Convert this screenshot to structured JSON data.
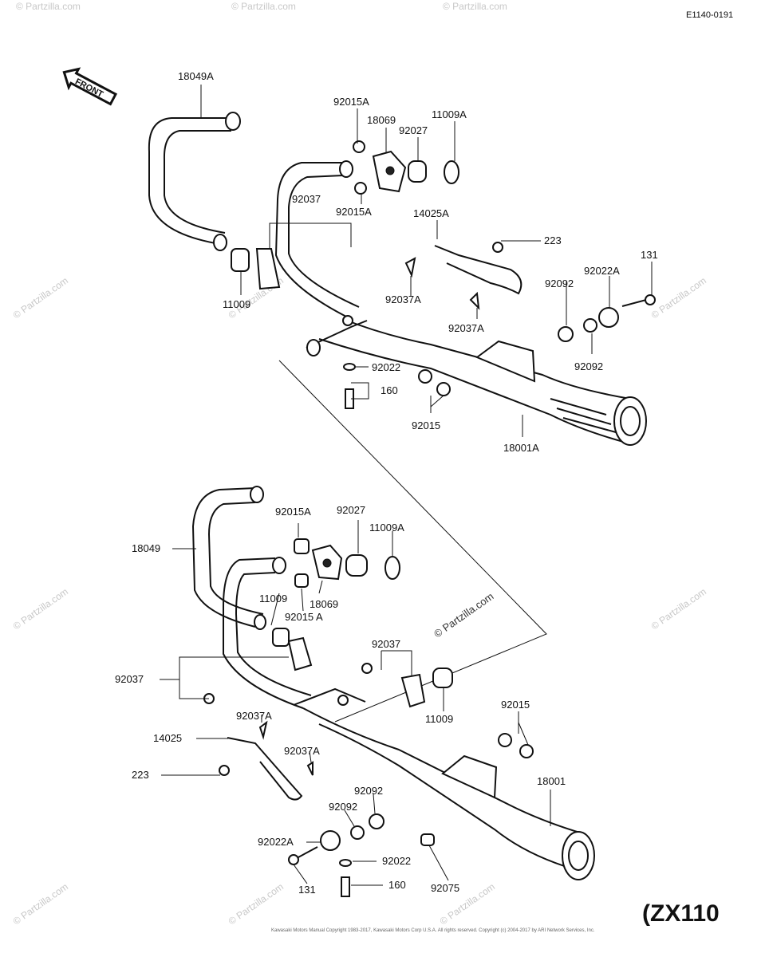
{
  "ref_code": "E1140-0191",
  "front_label": "FRONT",
  "model_label": "(ZX110",
  "watermark": "© Partzilla.com",
  "watermark_center": "© Partzilla.com",
  "copyright": "Kawasaki Motors Manual Copyright 1983-2017, Kawasaki Motors Corp U.S.A. All rights reserved. Copyright (c) 2004-2017 by ARI Network Services, Inc.",
  "callouts": {
    "u_18049A": "18049A",
    "u_92015A_top": "92015A",
    "u_18069": "18069",
    "u_92027": "92027",
    "u_11009A": "11009A",
    "u_92037": "92037",
    "u_92015A_bot": "92015A",
    "u_14025A": "14025A",
    "u_223": "223",
    "u_11009": "11009",
    "u_92037A_a": "92037A",
    "u_92037A_b": "92037A",
    "u_131": "131",
    "u_92022A": "92022A",
    "u_92092_a": "92092",
    "u_92092_b": "92092",
    "u_92022": "92022",
    "u_160": "160",
    "u_92015": "92015",
    "u_18001A": "18001A",
    "l_18049": "18049",
    "l_92015A_a": "92015A",
    "l_92027": "92027",
    "l_11009A": "11009A",
    "l_11009_a": "11009",
    "l_18069": "18069",
    "l_92015A_b": "92015 A",
    "l_92037_a": "92037",
    "l_92037_b": "92037",
    "l_11009_b": "11009",
    "l_92037A_a": "92037A",
    "l_14025": "14025",
    "l_92037A_b": "92037A",
    "l_223": "223",
    "l_92015": "92015",
    "l_18001": "18001",
    "l_92092_a": "92092",
    "l_92092_b": "92092",
    "l_92022A": "92022A",
    "l_92022": "92022",
    "l_131": "131",
    "l_160": "160",
    "l_92075": "92075"
  }
}
